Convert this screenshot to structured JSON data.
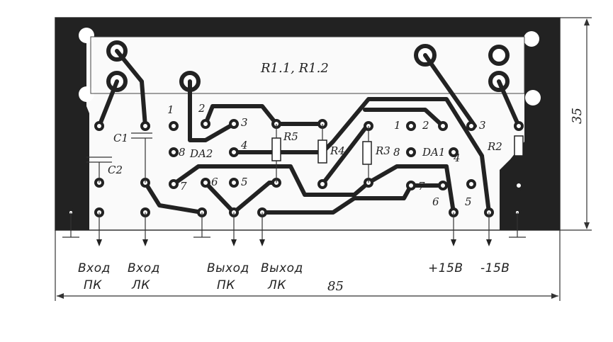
{
  "labels": {
    "relay": "R1.1, R1.2",
    "dim_height": "35",
    "dim_width": "85",
    "c1": "C1",
    "c2": "C2",
    "da2": "DA2",
    "da1": "DA1",
    "r2": "R2",
    "r3": "R3",
    "r4": "R4",
    "r5": "R5",
    "pins_da2": [
      "1",
      "2",
      "3",
      "4",
      "5",
      "6",
      "7",
      "8"
    ],
    "pins_da1": [
      "1",
      "2",
      "3",
      "4",
      "5",
      "6",
      "7",
      "8"
    ]
  },
  "signals": {
    "in_r_1": "Вход",
    "in_r_2": "ПК",
    "in_l_1": "Вход",
    "in_l_2": "ЛК",
    "out_r_1": "Выход",
    "out_r_2": "ПК",
    "out_l_1": "Выход",
    "out_l_2": "ЛК",
    "vplus": "+15В",
    "vminus": "-15В"
  }
}
